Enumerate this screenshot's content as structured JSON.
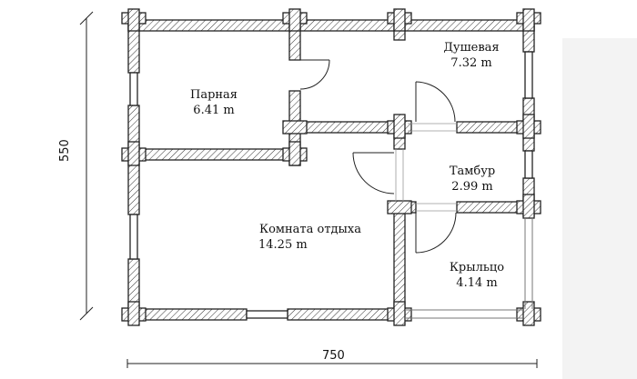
{
  "plan": {
    "rooms": [
      {
        "name": "Парная",
        "area": "6.41 m"
      },
      {
        "name": "Душевая",
        "area": "7.32 m"
      },
      {
        "name": "Тамбур",
        "area": "2.99 m"
      },
      {
        "name": "Комната отдыха",
        "area": "14.25 m"
      },
      {
        "name": "Крыльцо",
        "area": "4.14 m"
      }
    ],
    "dimensions": {
      "width": "750",
      "height": "550"
    }
  }
}
